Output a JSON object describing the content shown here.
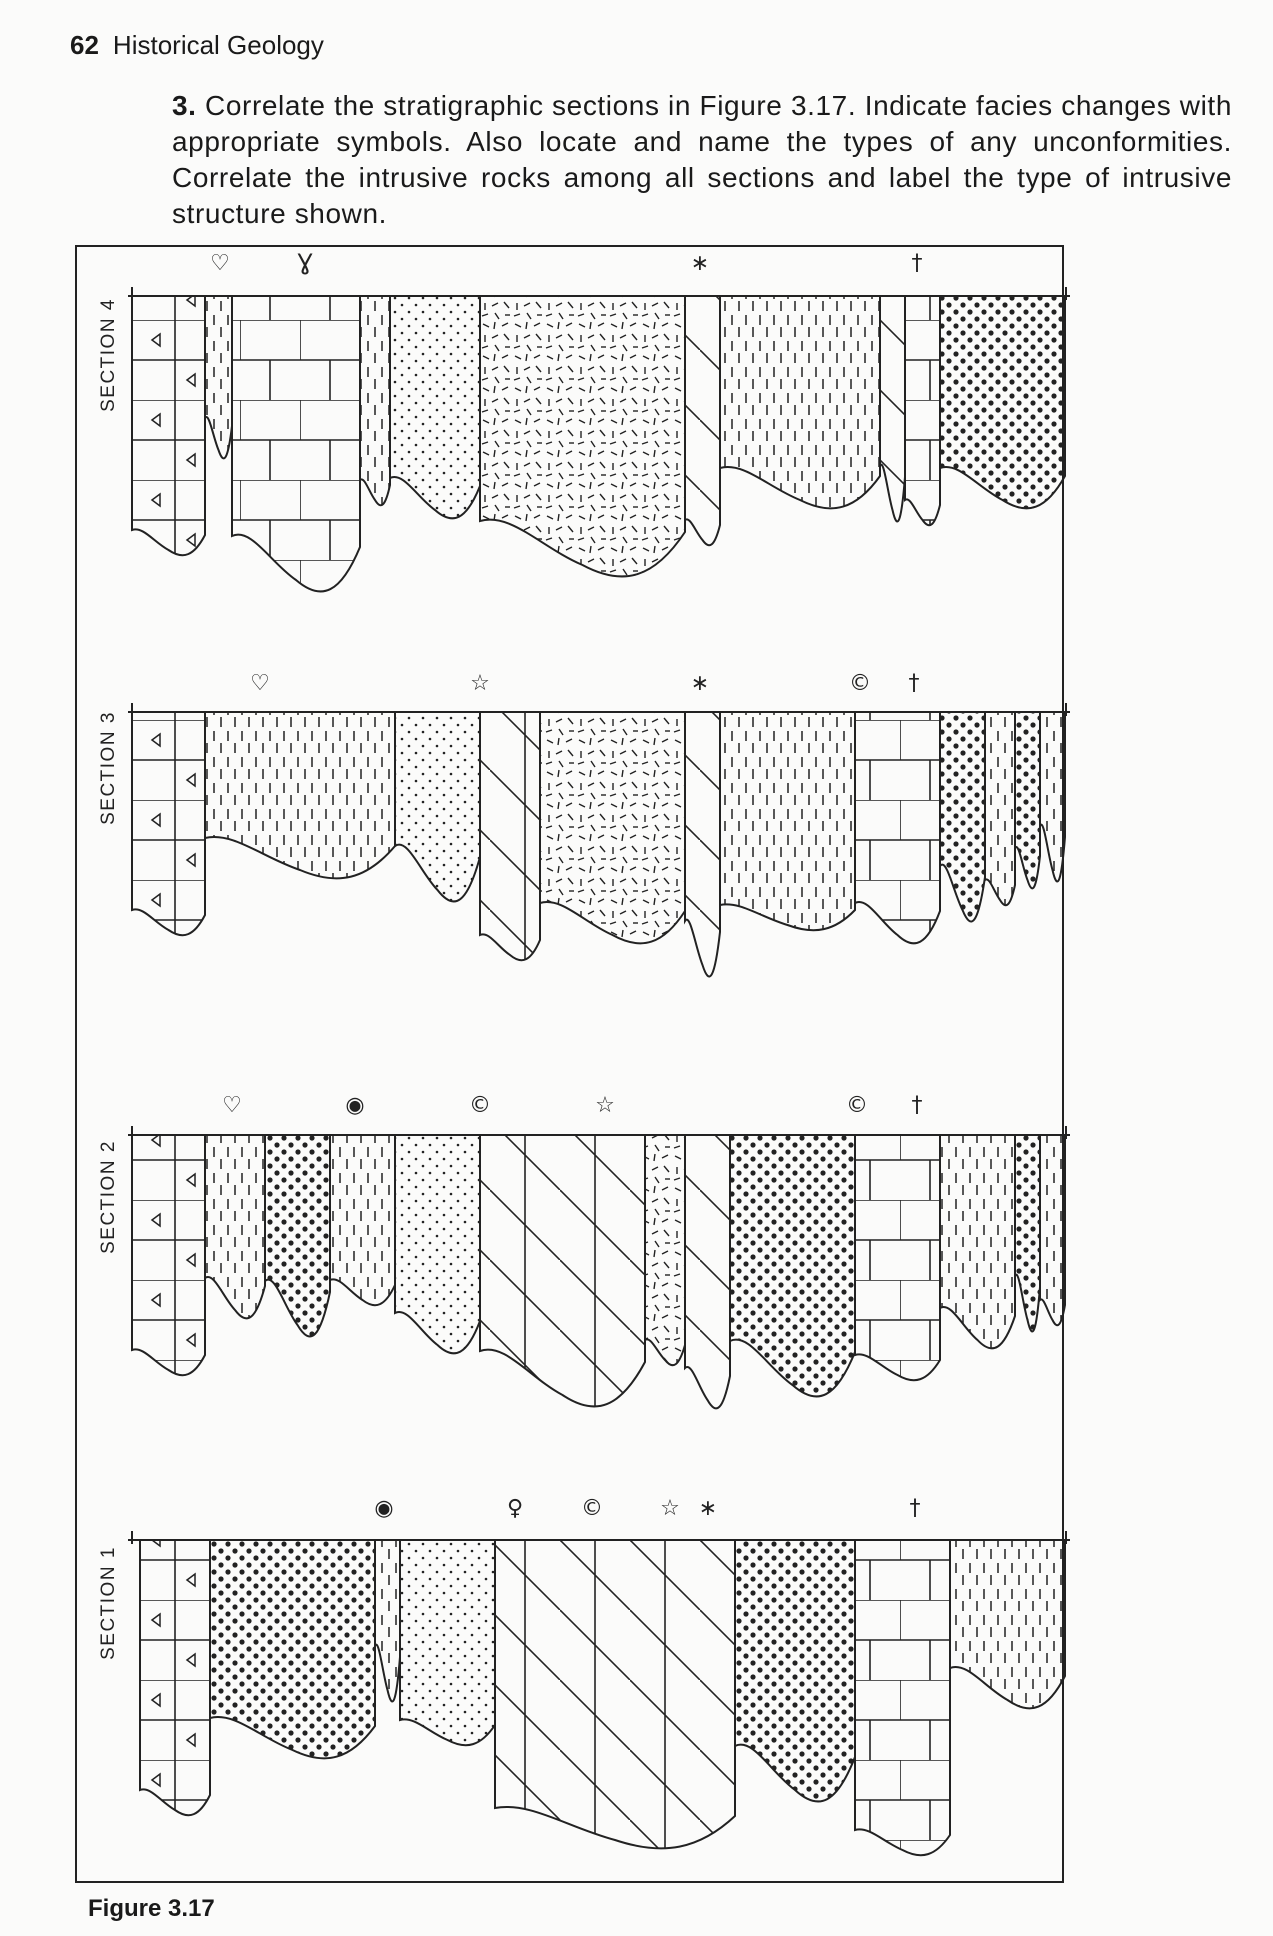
{
  "header": {
    "page_number": "62",
    "book_title": "Historical Geology"
  },
  "question": {
    "number": "3.",
    "text": "Correlate the stratigraphic sections in Figure 3.17. Indicate facies changes with appropriate symbols. Also locate and name the types of any unconformities. Correlate the intrusive rocks among all sections and label the type of intrusive structure shown."
  },
  "figure": {
    "caption": "Figure 3.17",
    "sections": [
      {
        "label": "SECTION 4",
        "fossils": [
          "brachiopod-icon",
          "crinoid-icon",
          "asterisk-icon",
          "belemnite-icon"
        ]
      },
      {
        "label": "SECTION 3",
        "fossils": [
          "brachiopod-icon",
          "star-icon",
          "asterisk-icon",
          "ammonite-icon",
          "belemnite-icon"
        ]
      },
      {
        "label": "SECTION 2",
        "fossils": [
          "brachiopod-icon",
          "spiral-icon",
          "gastropod-icon",
          "star-icon",
          "ammonite-icon",
          "belemnite-icon"
        ]
      },
      {
        "label": "SECTION 1",
        "fossils": [
          "spiral-icon",
          "trilobite-icon",
          "gastropod-icon",
          "star-icon",
          "asterisk-icon",
          "belemnite-icon"
        ]
      }
    ],
    "lithology_patterns": [
      "conglomerate",
      "limestone",
      "shale",
      "sandstone",
      "igneous",
      "dolomite",
      "coarse-sandstone"
    ]
  }
}
